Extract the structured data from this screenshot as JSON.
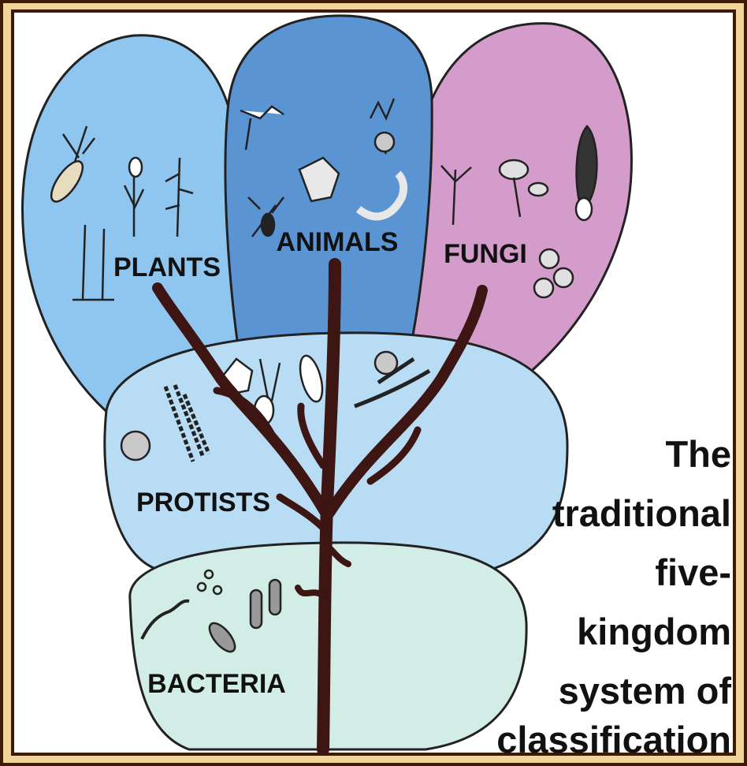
{
  "diagram": {
    "kingdoms": {
      "plants": {
        "label": "PLANTS",
        "color": "#8ec6ef"
      },
      "animals": {
        "label": "ANIMALS",
        "color": "#5b94d3"
      },
      "fungi": {
        "label": "FUNGI",
        "color": "#d49ccb"
      },
      "protists": {
        "label": "PROTISTS",
        "color": "#b8dcf4"
      },
      "bacteria": {
        "label": "BACTERIA",
        "color": "#d2ece6"
      }
    },
    "caption": {
      "lines": [
        "The",
        "traditional",
        "five-",
        "kingdom",
        "system of",
        "classification"
      ]
    },
    "colors": {
      "frame": "#f1d598",
      "frame_border": "#3d1a08",
      "tree": "#3d1512",
      "outline": "#222222"
    }
  }
}
